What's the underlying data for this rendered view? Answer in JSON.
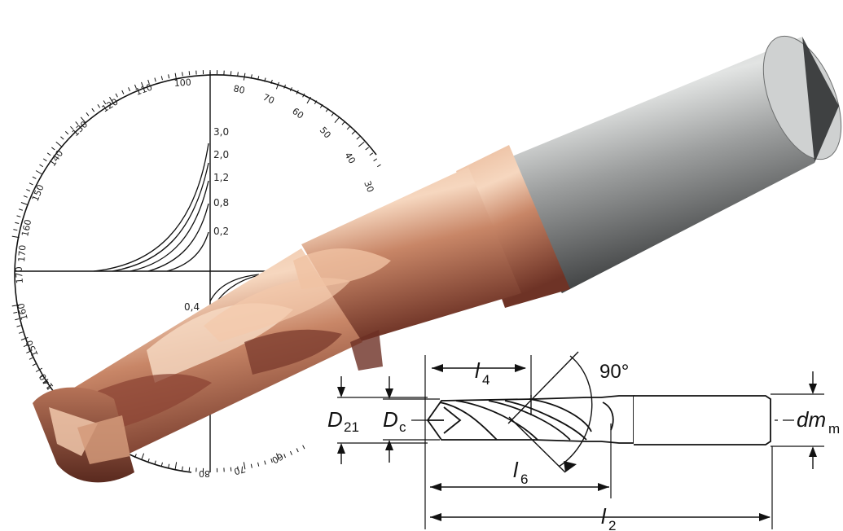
{
  "protractor": {
    "upper_scale": [
      "100",
      "110",
      "120",
      "130",
      "140",
      "150",
      "160",
      "170",
      "80",
      "70",
      "60",
      "50",
      "40",
      "30"
    ],
    "lower_scale": [
      "170",
      "160",
      "150",
      "140",
      "80",
      "70",
      "60"
    ],
    "radius_values_upper": [
      "3,0",
      "2,0",
      "1,2",
      "0,8",
      "0,2"
    ],
    "radius_values_lower": [
      "0,4"
    ]
  },
  "drawing": {
    "angle_label": "90°",
    "labels": {
      "l4": {
        "main": "l",
        "sub": "4"
      },
      "l6": {
        "main": "l",
        "sub": "6"
      },
      "l2": {
        "main": "l",
        "sub": "2"
      },
      "D21": {
        "main": "D",
        "sub": "21"
      },
      "Dc": {
        "main": "D",
        "sub": "c"
      },
      "dm": {
        "main": "dm",
        "sub": "m"
      }
    }
  },
  "colors": {
    "coating_dark": "#7a3a2c",
    "coating_mid": "#c98a6a",
    "coating_light": "#f2cdb0",
    "shank_dark": "#3f4142",
    "shank_light": "#d4d6d6",
    "line": "#111111"
  }
}
